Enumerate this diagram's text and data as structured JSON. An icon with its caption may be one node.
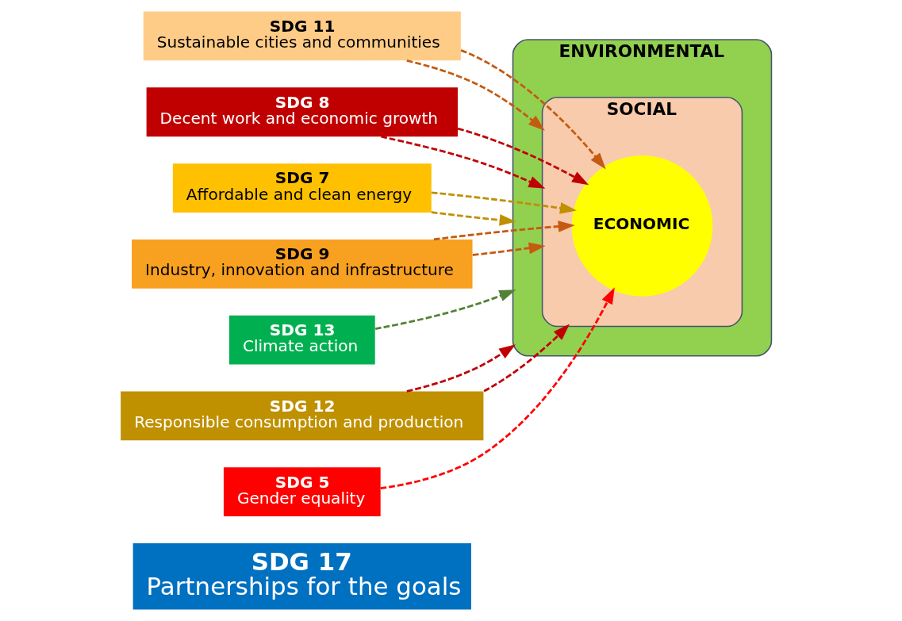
{
  "diagram": {
    "nodes": [
      {
        "text": [
          "SDG 17",
          "Partnerships for the goals"
        ]
      },
      {
        "text": [
          "SDG 11",
          "Sustainable cities and communities"
        ]
      },
      {
        "text": [
          "SDG 8",
          "Decent work and economic growth"
        ]
      },
      {
        "text": [
          "SDG 7",
          "Affordable and clean energy"
        ]
      },
      {
        "text": [
          "SDG 9",
          "Industry, innovation and infrastructure"
        ]
      },
      {
        "text": [
          "SDG 13",
          "Climate action"
        ]
      },
      {
        "text": [
          "SDG 12",
          "Responsible consumption and production"
        ]
      },
      {
        "text": [
          "SDG 5",
          "Gender equality"
        ]
      },
      {
        "text": [
          "ENVIRONMENTAL"
        ]
      },
      {
        "text": [
          "SOCIAL"
        ],
        "in": 8
      },
      {
        "text": [
          "ECONOMIC"
        ],
        "in": 9
      }
    ],
    "edges": [
      {
        "from": 1,
        "to": 9,
        "arrow": "to",
        "style": "dashed",
        "color": "#c55a11"
      },
      {
        "from": 1,
        "to": 10,
        "arrow": "to",
        "style": "dashed",
        "color": "#c55a11"
      },
      {
        "from": 4,
        "to": 9,
        "arrow": "to",
        "style": "dashed",
        "color": "#c55a11"
      },
      {
        "from": 4,
        "to": 10,
        "arrow": "to",
        "style": "dashed",
        "color": "#c55a11"
      },
      {
        "from": 2,
        "to": 9,
        "arrow": "to",
        "style": "dashed",
        "color": "#c00000"
      },
      {
        "from": 2,
        "to": 10,
        "arrow": "to",
        "style": "dashed",
        "color": "#c00000"
      },
      {
        "from": 3,
        "to": 8,
        "arrow": "to",
        "style": "dashed",
        "color": "#bf9000"
      },
      {
        "from": 3,
        "to": 10,
        "arrow": "to",
        "style": "dashed",
        "color": "#bf9000"
      },
      {
        "from": 5,
        "to": 8,
        "arrow": "to",
        "style": "dashed",
        "color": "#548235"
      },
      {
        "from": 6,
        "to": 9,
        "arrow": "to",
        "style": "dashed",
        "color": "#c00000"
      },
      {
        "from": 6,
        "to": 8,
        "arrow": "to",
        "style": "dashed",
        "color": "#c00000"
      },
      {
        "from": 7,
        "to": 10,
        "arrow": "to",
        "style": "dashed",
        "color": "#ff0000"
      }
    ]
  }
}
